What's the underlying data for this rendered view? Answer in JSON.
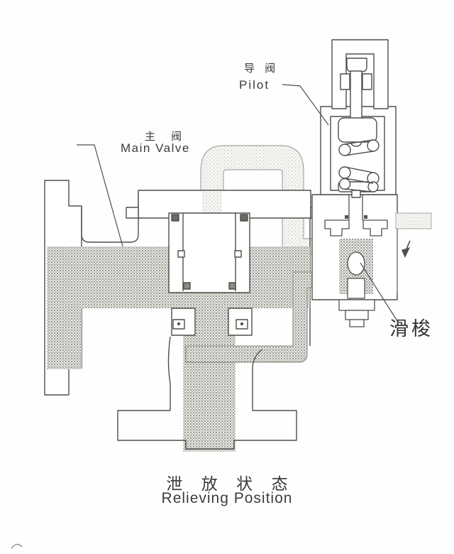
{
  "diagram": {
    "title_caption": {
      "zh": "泄 放 状 态",
      "en": "Relieving Position"
    },
    "labels": {
      "main_valve_zh": "主 阀",
      "main_valve_en": "Main Valve",
      "pilot_zh": "导 阀",
      "pilot_en": "Pilot",
      "shuttle_zh": "滑梭"
    },
    "parts": [
      {
        "name": "main-valve",
        "label_zh": "主 阀",
        "label_en": "Main Valve"
      },
      {
        "name": "pilot-valve",
        "label_zh": "导 阀",
        "label_en": "Pilot"
      },
      {
        "name": "shuttle",
        "label_zh": "滑梭"
      }
    ],
    "state": "relieving-position",
    "colors": {
      "paper": "#fefefe",
      "ink": "#4e4e4a",
      "fluid_stipple_dot": "#78786f",
      "pipe_stipple_dot": "#bdbdb8"
    }
  }
}
